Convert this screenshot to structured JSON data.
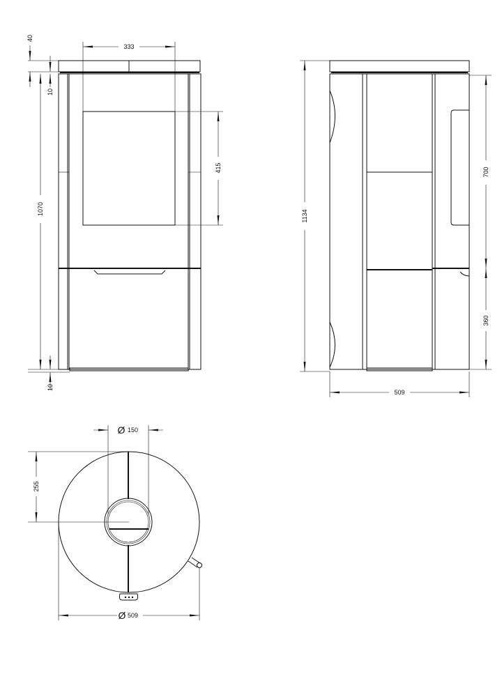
{
  "front_view": {
    "dims": {
      "top_thickness": "40",
      "gap_top": "10",
      "width_glass": "333",
      "height_glass": "415",
      "height_body": "1070",
      "gap_bottom": "10"
    }
  },
  "side_view": {
    "dims": {
      "total_height": "1134",
      "door_height": "700",
      "lower_height": "360",
      "depth": "509"
    }
  },
  "top_view": {
    "dims": {
      "flue_diameter": "150",
      "flue_offset": "255",
      "diameter": "509"
    },
    "diameter_symbol": "Ø"
  },
  "colors": {
    "line": "#111111",
    "background": "#ffffff"
  }
}
